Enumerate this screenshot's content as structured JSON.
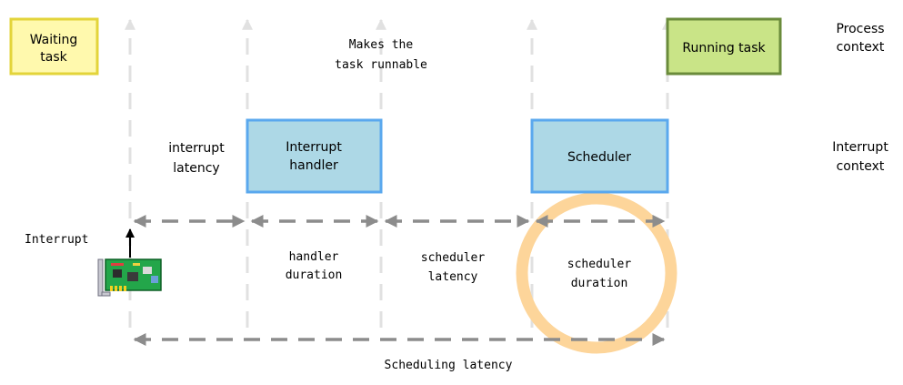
{
  "labels": {
    "waiting_task": [
      "Waiting",
      "task"
    ],
    "running_task": "Running task",
    "process_context": [
      "Process",
      "context"
    ],
    "interrupt_context": [
      "Interrupt",
      "context"
    ],
    "makes_runnable": [
      "Makes the",
      "task runnable"
    ],
    "interrupt_latency": [
      "interrupt",
      "latency"
    ],
    "interrupt_handler": [
      "Interrupt",
      "handler"
    ],
    "scheduler": "Scheduler",
    "interrupt": "Interrupt",
    "handler_duration": [
      "handler",
      "duration"
    ],
    "scheduler_latency": [
      "scheduler",
      "latency"
    ],
    "scheduler_duration": [
      "scheduler",
      "duration"
    ],
    "scheduling_latency": "Scheduling latency"
  },
  "colors": {
    "waiting_fill": "#fff9ad",
    "waiting_stroke": "#e3d43a",
    "running_fill": "#c9e487",
    "running_stroke": "#6a8b3b",
    "box_fill": "#add8e6",
    "box_stroke": "#5aa8ee",
    "guide": "#e1e1e1",
    "arrow": "#8c8c8c",
    "highlight": "#fdd59a"
  },
  "icons": [
    "network-card-icon"
  ]
}
